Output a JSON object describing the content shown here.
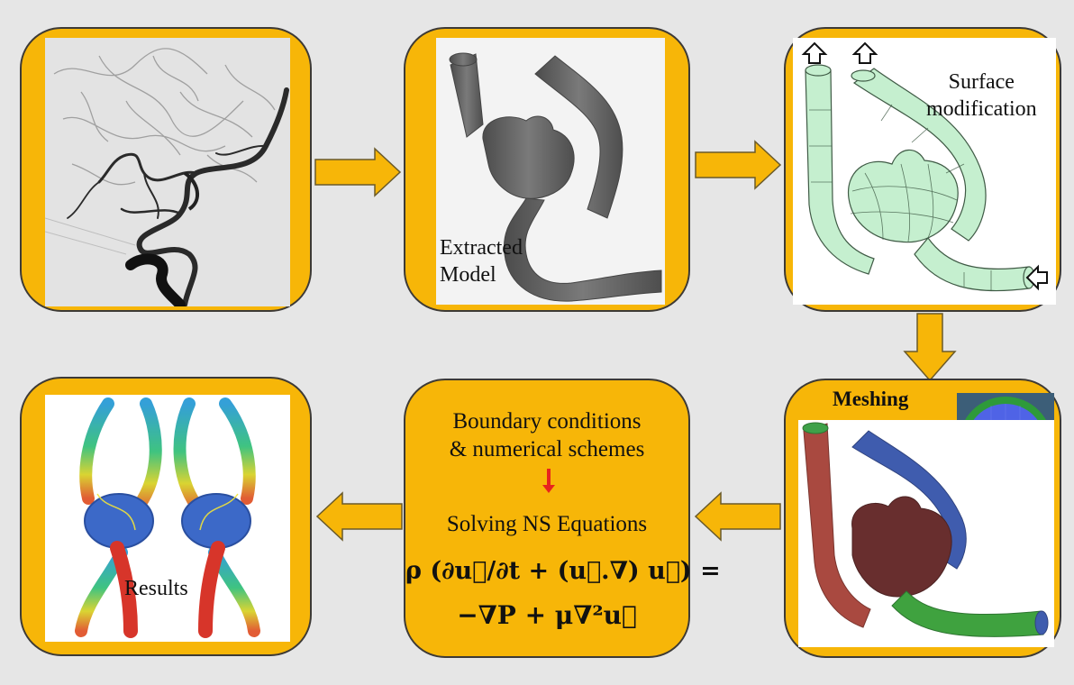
{
  "steps": {
    "angiogram": {
      "label": ""
    },
    "extracted": {
      "label": "Extracted\nModel"
    },
    "surface": {
      "label": "Surface\nmodification"
    },
    "meshing": {
      "label": "Meshing"
    },
    "solver": {
      "line1": "Boundary conditions",
      "line2": "& numerical schemes",
      "line3": "Solving NS Equations",
      "eq_line1": "ρ (∂u⃗/∂t + (u⃗.∇) u⃗)  =",
      "eq_line2": "−∇P + μ∇²u⃗"
    },
    "results": {
      "label": "Results"
    }
  },
  "colors": {
    "panel": "#f7b608",
    "panel_border": "#3d3a36",
    "arrow": "#f7b608",
    "red_arrow": "#e8231e",
    "mesh_red": "#a23a30",
    "mesh_blue": "#2f4fa8",
    "mesh_green": "#2f9b2f",
    "mesh_body": "#5c1d1d",
    "surface_green": "#c5efcf"
  },
  "icons": [
    "flow-arrow-right",
    "flow-arrow-down",
    "flow-arrow-left",
    "inlet-arrow",
    "outlet-arrow",
    "red-down-arrow"
  ]
}
